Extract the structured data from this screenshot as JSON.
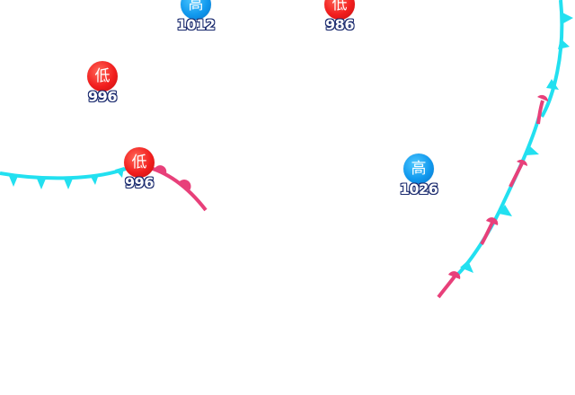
{
  "colors": {
    "cold_front": "#22e0f0",
    "warm_front": "#e8407a",
    "low_center": "#f21e1e",
    "high_center": "#1199ee",
    "pressure_outline": "#1a2a6e"
  },
  "pressure_centers": [
    {
      "id": "high-1012",
      "type": "high",
      "symbol": "高",
      "pressure": "1012"
    },
    {
      "id": "low-986",
      "type": "low",
      "symbol": "低",
      "pressure": "986"
    },
    {
      "id": "low-996-a",
      "type": "low",
      "symbol": "低",
      "pressure": "996"
    },
    {
      "id": "low-996-b",
      "type": "low",
      "symbol": "低",
      "pressure": "996"
    },
    {
      "id": "high-1026",
      "type": "high",
      "symbol": "高",
      "pressure": "1026"
    }
  ],
  "fronts": [
    {
      "id": "cold-front-west",
      "type": "cold"
    },
    {
      "id": "warm-front-west",
      "type": "warm"
    },
    {
      "id": "cold-front-east",
      "type": "cold"
    },
    {
      "id": "warm-front-east",
      "type": "warm"
    }
  ]
}
